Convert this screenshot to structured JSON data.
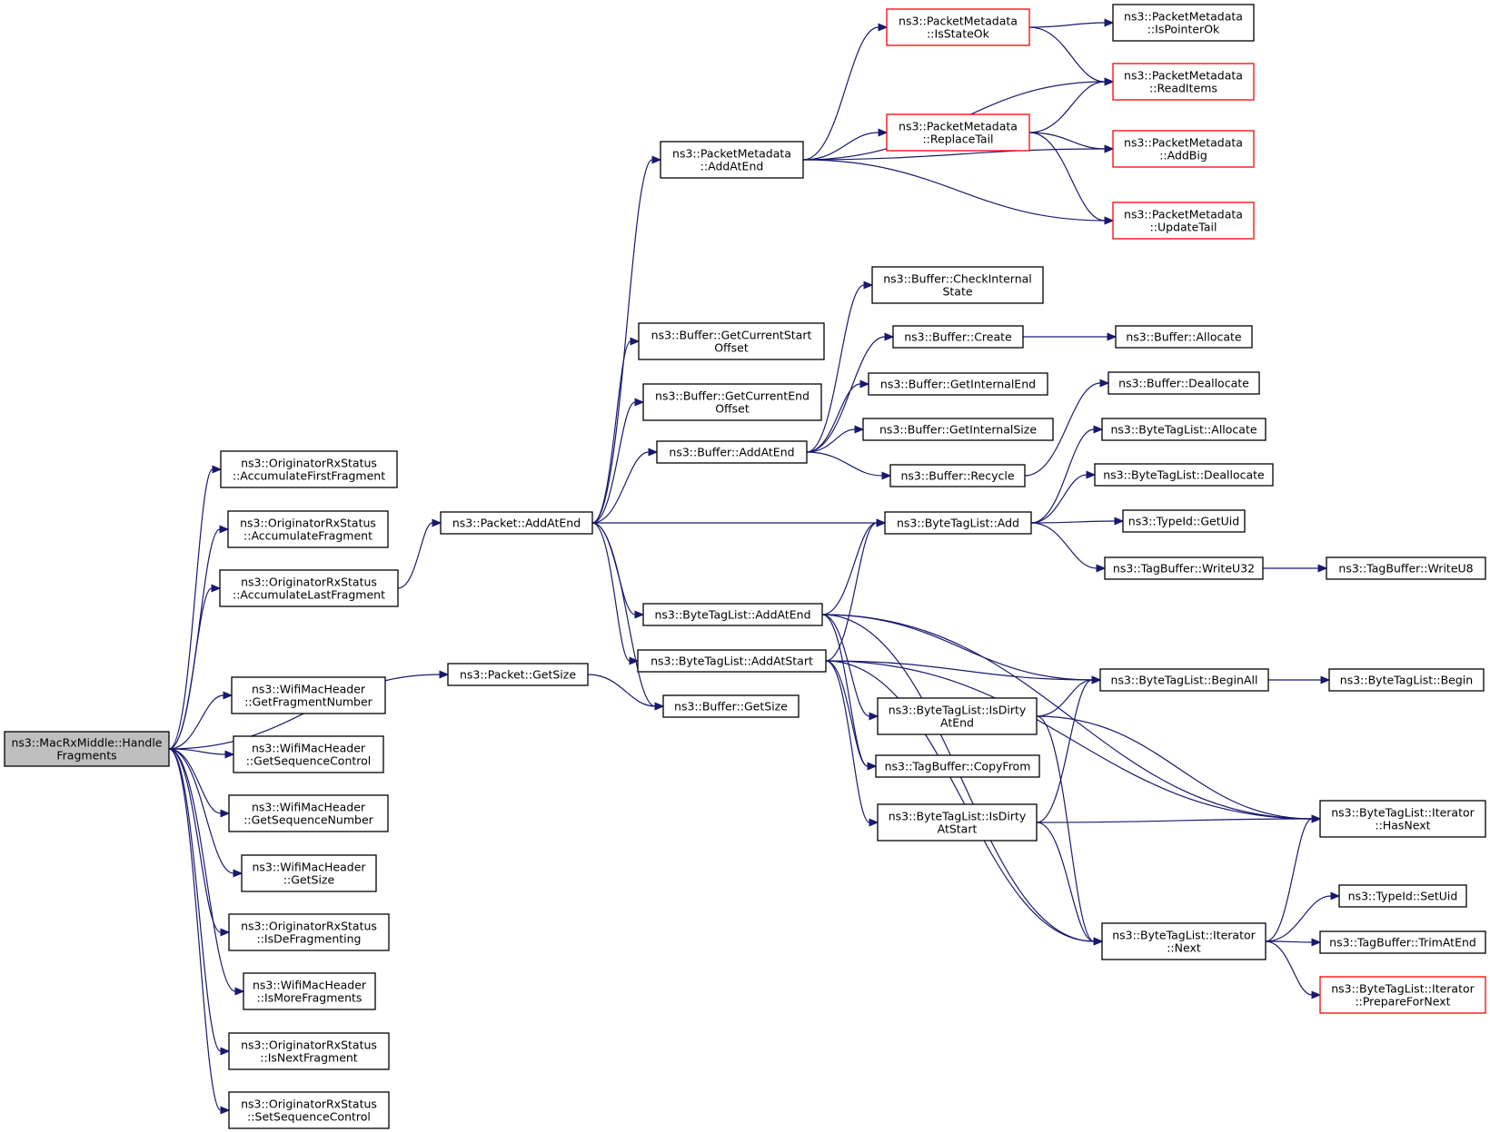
{
  "graph": {
    "edge_color": "#191970",
    "external_border_color": "#ff0000",
    "root_fill": "#bfbfbf",
    "nodes": [
      {
        "id": "root",
        "lines": [
          "ns3::MacRxMiddle::Handle",
          "Fragments"
        ],
        "style": "root"
      },
      {
        "id": "ors_first",
        "lines": [
          "ns3::OriginatorRxStatus",
          "::AccumulateFirstFragment"
        ]
      },
      {
        "id": "ors_frag",
        "lines": [
          "ns3::OriginatorRxStatus",
          "::AccumulateFragment"
        ]
      },
      {
        "id": "ors_last",
        "lines": [
          "ns3::OriginatorRxStatus",
          "::AccumulateLastFragment"
        ]
      },
      {
        "id": "wmh_fragnum",
        "lines": [
          "ns3::WifiMacHeader",
          "::GetFragmentNumber"
        ]
      },
      {
        "id": "wmh_seqctl",
        "lines": [
          "ns3::WifiMacHeader",
          "::GetSequenceControl"
        ]
      },
      {
        "id": "wmh_seqnum",
        "lines": [
          "ns3::WifiMacHeader",
          "::GetSequenceNumber"
        ]
      },
      {
        "id": "wmh_size",
        "lines": [
          "ns3::WifiMacHeader",
          "::GetSize"
        ]
      },
      {
        "id": "ors_isdefrag",
        "lines": [
          "ns3::OriginatorRxStatus",
          "::IsDeFragmenting"
        ]
      },
      {
        "id": "wmh_ismore",
        "lines": [
          "ns3::WifiMacHeader",
          "::IsMoreFragments"
        ]
      },
      {
        "id": "ors_isnext",
        "lines": [
          "ns3::OriginatorRxStatus",
          "::IsNextFragment"
        ]
      },
      {
        "id": "ors_setseq",
        "lines": [
          "ns3::OriginatorRxStatus",
          "::SetSequenceControl"
        ]
      },
      {
        "id": "pkt_addatend",
        "lines": [
          "ns3::Packet::AddAtEnd"
        ]
      },
      {
        "id": "pkt_getsize",
        "lines": [
          "ns3::Packet::GetSize"
        ]
      },
      {
        "id": "pm_addatend",
        "lines": [
          "ns3::PacketMetadata",
          "::AddAtEnd"
        ]
      },
      {
        "id": "buf_curstart",
        "lines": [
          "ns3::Buffer::GetCurrentStart",
          "Offset"
        ]
      },
      {
        "id": "buf_curend",
        "lines": [
          "ns3::Buffer::GetCurrentEnd",
          "Offset"
        ]
      },
      {
        "id": "buf_addatend",
        "lines": [
          "ns3::Buffer::AddAtEnd"
        ]
      },
      {
        "id": "btl_addatend",
        "lines": [
          "ns3::ByteTagList::AddAtEnd"
        ]
      },
      {
        "id": "btl_addatstart",
        "lines": [
          "ns3::ByteTagList::AddAtStart"
        ]
      },
      {
        "id": "buf_getsize",
        "lines": [
          "ns3::Buffer::GetSize"
        ]
      },
      {
        "id": "pm_isstateok",
        "lines": [
          "ns3::PacketMetadata",
          "::IsStateOk"
        ],
        "style": "external"
      },
      {
        "id": "pm_replacetail",
        "lines": [
          "ns3::PacketMetadata",
          "::ReplaceTail"
        ],
        "style": "external"
      },
      {
        "id": "buf_checkinternal",
        "lines": [
          "ns3::Buffer::CheckInternal",
          "State"
        ]
      },
      {
        "id": "buf_create",
        "lines": [
          "ns3::Buffer::Create"
        ]
      },
      {
        "id": "buf_getinternalend",
        "lines": [
          "ns3::Buffer::GetInternalEnd"
        ]
      },
      {
        "id": "buf_getinternalsize",
        "lines": [
          "ns3::Buffer::GetInternalSize"
        ]
      },
      {
        "id": "buf_recycle",
        "lines": [
          "ns3::Buffer::Recycle"
        ]
      },
      {
        "id": "btl_add",
        "lines": [
          "ns3::ByteTagList::Add"
        ]
      },
      {
        "id": "btl_isdirtyend",
        "lines": [
          "ns3::ByteTagList::IsDirty",
          "AtEnd"
        ]
      },
      {
        "id": "tb_copyfrom",
        "lines": [
          "ns3::TagBuffer::CopyFrom"
        ]
      },
      {
        "id": "btl_isdirtystart",
        "lines": [
          "ns3::ByteTagList::IsDirty",
          "AtStart"
        ]
      },
      {
        "id": "pm_ispointerok",
        "lines": [
          "ns3::PacketMetadata",
          "::IsPointerOk"
        ]
      },
      {
        "id": "pm_readitems",
        "lines": [
          "ns3::PacketMetadata",
          "::ReadItems"
        ],
        "style": "external"
      },
      {
        "id": "pm_addbig",
        "lines": [
          "ns3::PacketMetadata",
          "::AddBig"
        ],
        "style": "external"
      },
      {
        "id": "pm_updatetail",
        "lines": [
          "ns3::PacketMetadata",
          "::UpdateTail"
        ],
        "style": "external"
      },
      {
        "id": "buf_allocate",
        "lines": [
          "ns3::Buffer::Allocate"
        ]
      },
      {
        "id": "buf_deallocate",
        "lines": [
          "ns3::Buffer::Deallocate"
        ]
      },
      {
        "id": "btl_allocate",
        "lines": [
          "ns3::ByteTagList::Allocate"
        ]
      },
      {
        "id": "btl_deallocate",
        "lines": [
          "ns3::ByteTagList::Deallocate"
        ]
      },
      {
        "id": "tid_getuid",
        "lines": [
          "ns3::TypeId::GetUid"
        ]
      },
      {
        "id": "tb_writeu32",
        "lines": [
          "ns3::TagBuffer::WriteU32"
        ]
      },
      {
        "id": "btl_beginall",
        "lines": [
          "ns3::ByteTagList::BeginAll"
        ]
      },
      {
        "id": "btl_iter_next",
        "lines": [
          "ns3::ByteTagList::Iterator",
          "::Next"
        ]
      },
      {
        "id": "tb_writeu8",
        "lines": [
          "ns3::TagBuffer::WriteU8"
        ]
      },
      {
        "id": "btl_begin",
        "lines": [
          "ns3::ByteTagList::Begin"
        ]
      },
      {
        "id": "btl_iter_hasnext",
        "lines": [
          "ns3::ByteTagList::Iterator",
          "::HasNext"
        ]
      },
      {
        "id": "tid_setuid",
        "lines": [
          "ns3::TypeId::SetUid"
        ]
      },
      {
        "id": "tb_trimatend",
        "lines": [
          "ns3::TagBuffer::TrimAtEnd"
        ]
      },
      {
        "id": "btl_iter_prepare",
        "lines": [
          "ns3::ByteTagList::Iterator",
          "::PrepareForNext"
        ],
        "style": "external"
      }
    ],
    "edges": [
      [
        "root",
        "ors_first"
      ],
      [
        "root",
        "ors_frag"
      ],
      [
        "root",
        "ors_last"
      ],
      [
        "root",
        "pkt_getsize"
      ],
      [
        "root",
        "wmh_fragnum"
      ],
      [
        "root",
        "wmh_seqctl"
      ],
      [
        "root",
        "wmh_seqnum"
      ],
      [
        "root",
        "wmh_size"
      ],
      [
        "root",
        "ors_isdefrag"
      ],
      [
        "root",
        "wmh_ismore"
      ],
      [
        "root",
        "ors_isnext"
      ],
      [
        "root",
        "ors_setseq"
      ],
      [
        "ors_last",
        "pkt_addatend"
      ],
      [
        "pkt_addatend",
        "pm_addatend"
      ],
      [
        "pkt_addatend",
        "buf_curstart"
      ],
      [
        "pkt_addatend",
        "buf_curend"
      ],
      [
        "pkt_addatend",
        "buf_addatend"
      ],
      [
        "pkt_addatend",
        "btl_add"
      ],
      [
        "pkt_addatend",
        "btl_addatend"
      ],
      [
        "pkt_addatend",
        "btl_addatstart"
      ],
      [
        "pkt_addatend",
        "buf_getsize"
      ],
      [
        "pkt_getsize",
        "buf_getsize"
      ],
      [
        "pm_addatend",
        "pm_isstateok"
      ],
      [
        "pm_addatend",
        "pm_readitems"
      ],
      [
        "pm_addatend",
        "pm_replacetail"
      ],
      [
        "pm_addatend",
        "pm_addbig"
      ],
      [
        "pm_addatend",
        "pm_updatetail"
      ],
      [
        "pm_isstateok",
        "pm_ispointerok"
      ],
      [
        "pm_isstateok",
        "pm_readitems"
      ],
      [
        "pm_replacetail",
        "pm_readitems"
      ],
      [
        "pm_replacetail",
        "pm_addbig"
      ],
      [
        "pm_replacetail",
        "pm_updatetail"
      ],
      [
        "buf_addatend",
        "buf_checkinternal"
      ],
      [
        "buf_addatend",
        "buf_create"
      ],
      [
        "buf_addatend",
        "buf_getinternalend"
      ],
      [
        "buf_addatend",
        "buf_getinternalsize"
      ],
      [
        "buf_addatend",
        "buf_recycle"
      ],
      [
        "buf_create",
        "buf_allocate"
      ],
      [
        "buf_recycle",
        "buf_deallocate"
      ],
      [
        "btl_add",
        "btl_allocate"
      ],
      [
        "btl_add",
        "btl_deallocate"
      ],
      [
        "btl_add",
        "tid_getuid"
      ],
      [
        "btl_add",
        "tb_writeu32"
      ],
      [
        "tb_writeu32",
        "tb_writeu8"
      ],
      [
        "btl_addatend",
        "btl_add"
      ],
      [
        "btl_addatend",
        "btl_iter_hasnext"
      ],
      [
        "btl_addatend",
        "btl_beginall"
      ],
      [
        "btl_addatend",
        "btl_isdirtyend"
      ],
      [
        "btl_addatend",
        "tb_copyfrom"
      ],
      [
        "btl_addatend",
        "btl_iter_next"
      ],
      [
        "btl_addatstart",
        "btl_add"
      ],
      [
        "btl_addatstart",
        "btl_beginall"
      ],
      [
        "btl_addatstart",
        "tb_copyfrom"
      ],
      [
        "btl_addatstart",
        "btl_isdirtystart"
      ],
      [
        "btl_addatstart",
        "btl_iter_hasnext"
      ],
      [
        "btl_addatstart",
        "btl_iter_next"
      ],
      [
        "btl_isdirtyend",
        "btl_beginall"
      ],
      [
        "btl_isdirtyend",
        "btl_iter_hasnext"
      ],
      [
        "btl_isdirtyend",
        "btl_iter_next"
      ],
      [
        "btl_isdirtystart",
        "btl_beginall"
      ],
      [
        "btl_isdirtystart",
        "btl_iter_hasnext"
      ],
      [
        "btl_isdirtystart",
        "btl_iter_next"
      ],
      [
        "btl_beginall",
        "btl_begin"
      ],
      [
        "btl_iter_next",
        "btl_iter_hasnext"
      ],
      [
        "btl_iter_next",
        "tid_setuid"
      ],
      [
        "btl_iter_next",
        "tb_trimatend"
      ],
      [
        "btl_iter_next",
        "btl_iter_prepare"
      ]
    ]
  }
}
